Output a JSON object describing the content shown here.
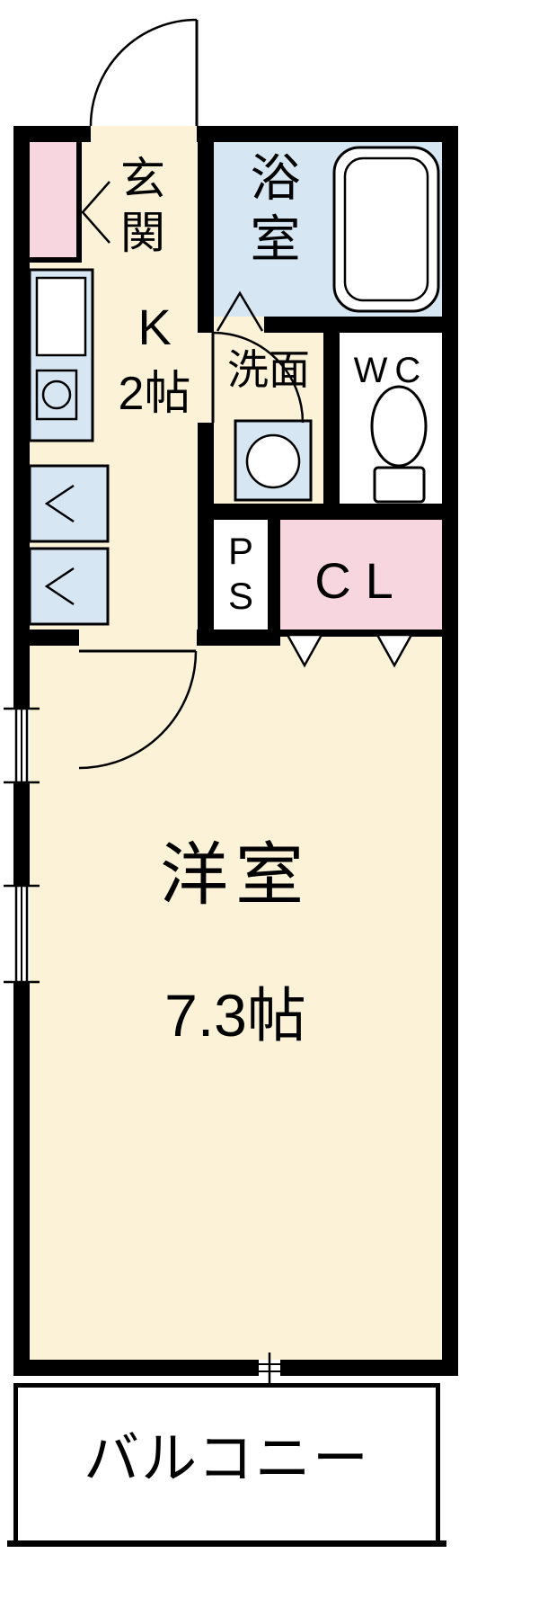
{
  "colors": {
    "wall": "#000000",
    "cream": "#FBF2D7",
    "pink": "#F8D6DF",
    "blue": "#D6E7F3",
    "white": "#FFFFFF"
  },
  "rooms": {
    "genkan": {
      "label": "玄関"
    },
    "bathroom": {
      "label": "浴室"
    },
    "kitchen": {
      "line1": "K",
      "line2": "2帖"
    },
    "washroom": {
      "label": "洗面"
    },
    "toilet": {
      "label": "WC"
    },
    "pipe_space": {
      "line1": "P",
      "line2": "S"
    },
    "closet": {
      "label": "CL"
    },
    "main_room": {
      "label": "洋室",
      "size": "7.3帖"
    },
    "balcony": {
      "label": "バルコニー"
    }
  },
  "fixtures": [
    "bathtub",
    "toilet",
    "washbasin",
    "kitchen-sink",
    "gas-burner",
    "appliance-space",
    "door-swing",
    "window"
  ]
}
